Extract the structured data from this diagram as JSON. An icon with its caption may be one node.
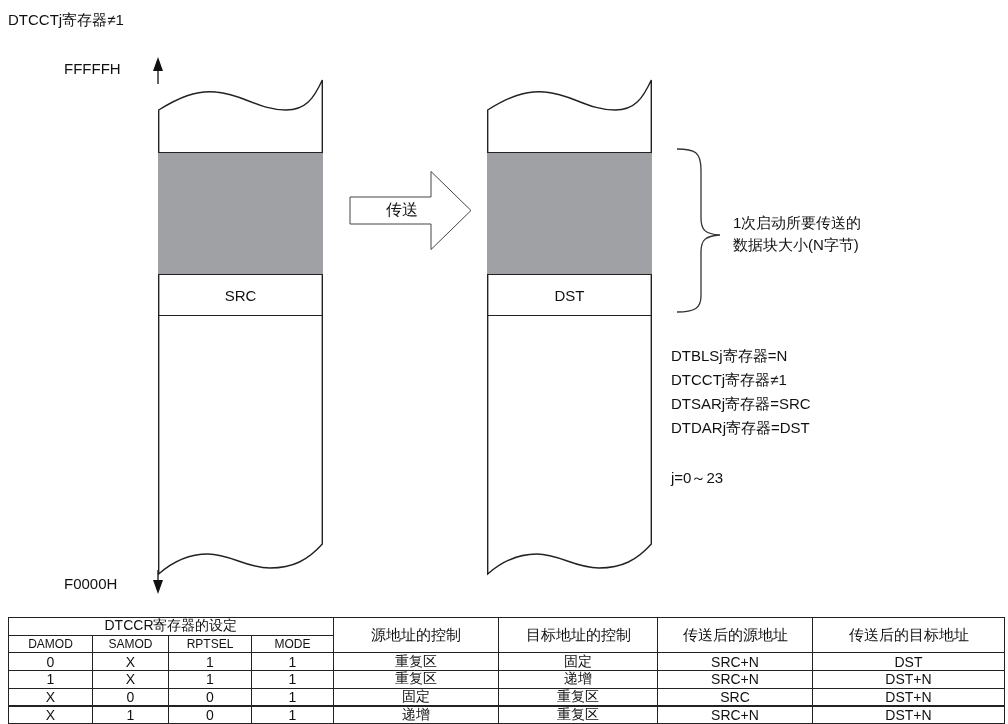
{
  "diagram": {
    "nodes": [
      {
        "text": [],
        "shape": "box"
      },
      {
        "text": [],
        "shape": "box",
        "in": 0
      },
      {
        "text": [
          "SRC"
        ],
        "in": 0
      },
      {
        "text": [],
        "shape": "box"
      },
      {
        "text": [],
        "shape": "box",
        "in": 3
      },
      {
        "text": [
          "DST"
        ],
        "in": 3
      }
    ],
    "edges": [
      {
        "from": 1,
        "to": 4,
        "arrow": "to",
        "label": "传送"
      }
    ],
    "labels": [
      "DTCCTj寄存器≠1",
      "FFFFFH",
      "1次启动所要传送的数据块大小(N字节)",
      "DTBLSj寄存器=N",
      "DTCCTj寄存器≠1",
      "DTSARj寄存器=SRC",
      "DTDARj寄存器=DST",
      "j=0～23",
      "F0000H",
      "DTCCR寄存器的设定",
      "源地址的控制",
      "目标地址的控制",
      "传送后的源地址",
      "传送后的目标地址",
      "DAMOD",
      "SAMOD",
      "RPTSEL",
      "MODE",
      "0",
      "X",
      "1",
      "1",
      "重复区",
      "固定",
      "SRC+N",
      "DST",
      "1",
      "X",
      "1",
      "1",
      "重复区",
      "递增",
      "SRC+N",
      "DST+N",
      "X",
      "0",
      "0",
      "1",
      "固定",
      "重复区",
      "SRC",
      "DST+N",
      "X",
      "1",
      "0",
      "1",
      "递增",
      "重复区",
      "SRC+N",
      "DST+N"
    ]
  }
}
